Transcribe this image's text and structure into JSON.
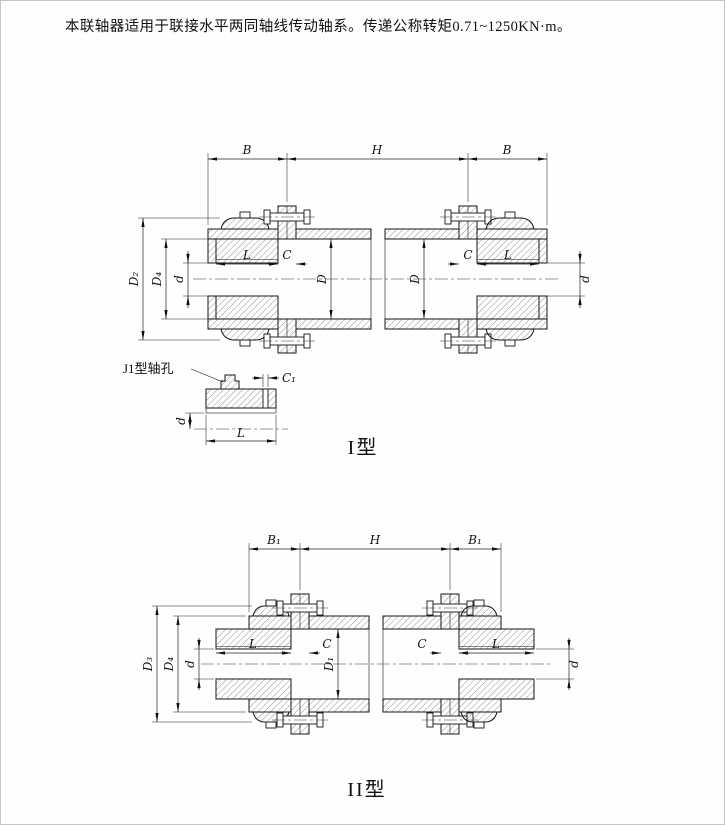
{
  "header": {
    "description": "本联轴器适用于联接水平两同轴线传动轴系。传递公称转矩0.71~1250KN·m。"
  },
  "type1": {
    "caption": "I型",
    "detail": {
      "label": "J1型轴孔",
      "dim_c1": "C₁",
      "dim_l": "L",
      "dim_d": "d"
    },
    "dims": {
      "b_left": "B",
      "h": "H",
      "b_right": "B",
      "d2": "D₂",
      "d4": "D₄",
      "d_left": "d",
      "d_right": "d",
      "l_left": "L",
      "c_left": "C",
      "bore_left": "D",
      "bore_right": "D",
      "c_right": "C",
      "l_right": "L"
    }
  },
  "type2": {
    "caption": "II型",
    "dims": {
      "b1_left": "B₁",
      "h": "H",
      "b1_right": "B₁",
      "d3": "D₃",
      "d4": "D₄",
      "d_left": "d",
      "d_right": "d",
      "l_left": "L",
      "c_left": "C",
      "bore": "D₁",
      "c_right": "C",
      "l_right": "L"
    }
  }
}
